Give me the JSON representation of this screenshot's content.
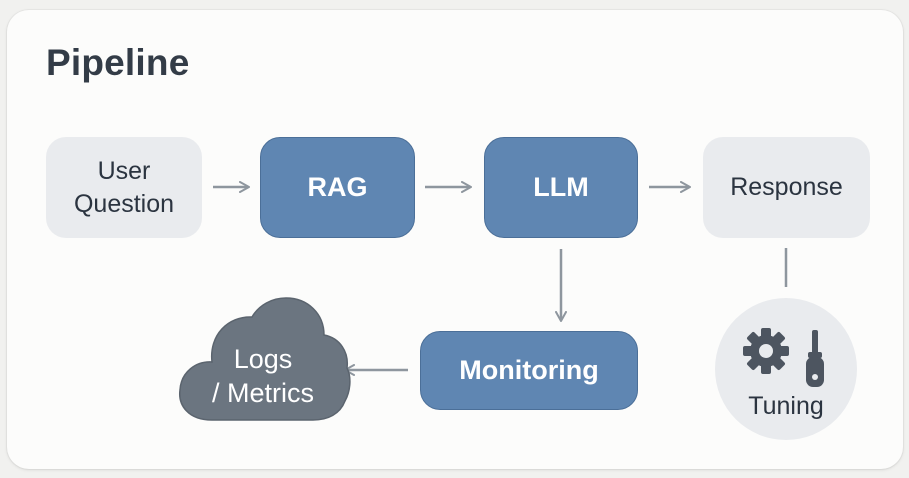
{
  "title": "Pipeline",
  "nodes": {
    "user_question": "User\nQuestion",
    "rag": "RAG",
    "llm": "LLM",
    "response": "Response",
    "monitoring": "Monitoring",
    "logs_metrics": "Logs\n/ Metrics",
    "tuning": "Tuning"
  },
  "colors": {
    "primary_node": "#5f86b2",
    "secondary_node": "#e9ebee",
    "cloud": "#6b7580",
    "arrow": "#8e969e"
  },
  "icons": [
    "gear-icon",
    "screwdriver-icon"
  ]
}
